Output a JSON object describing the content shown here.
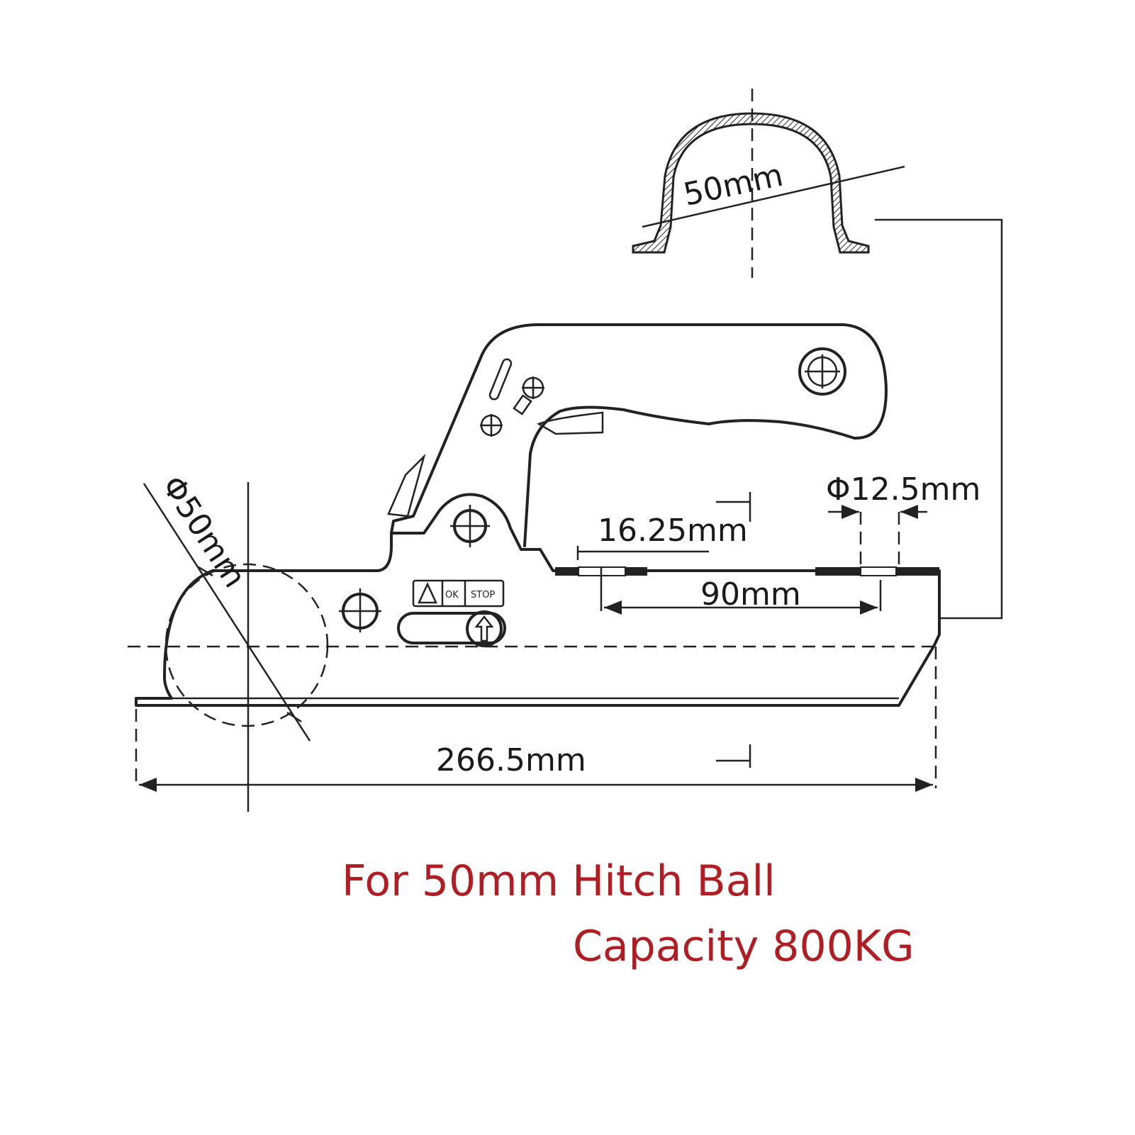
{
  "dimensions": {
    "tube_width": "50mm",
    "ball_diameter": "Φ50mm",
    "hole_diameter": "Φ12.5mm",
    "hole_offset": "16.25mm",
    "hole_spacing": "90mm",
    "total_length": "266.5mm"
  },
  "safety_label": {
    "ok": "OK",
    "stop": "STOP"
  },
  "caption": {
    "line1": "For 50mm Hitch Ball",
    "line2": "Capacity 800KG",
    "color": "#b01e23"
  }
}
